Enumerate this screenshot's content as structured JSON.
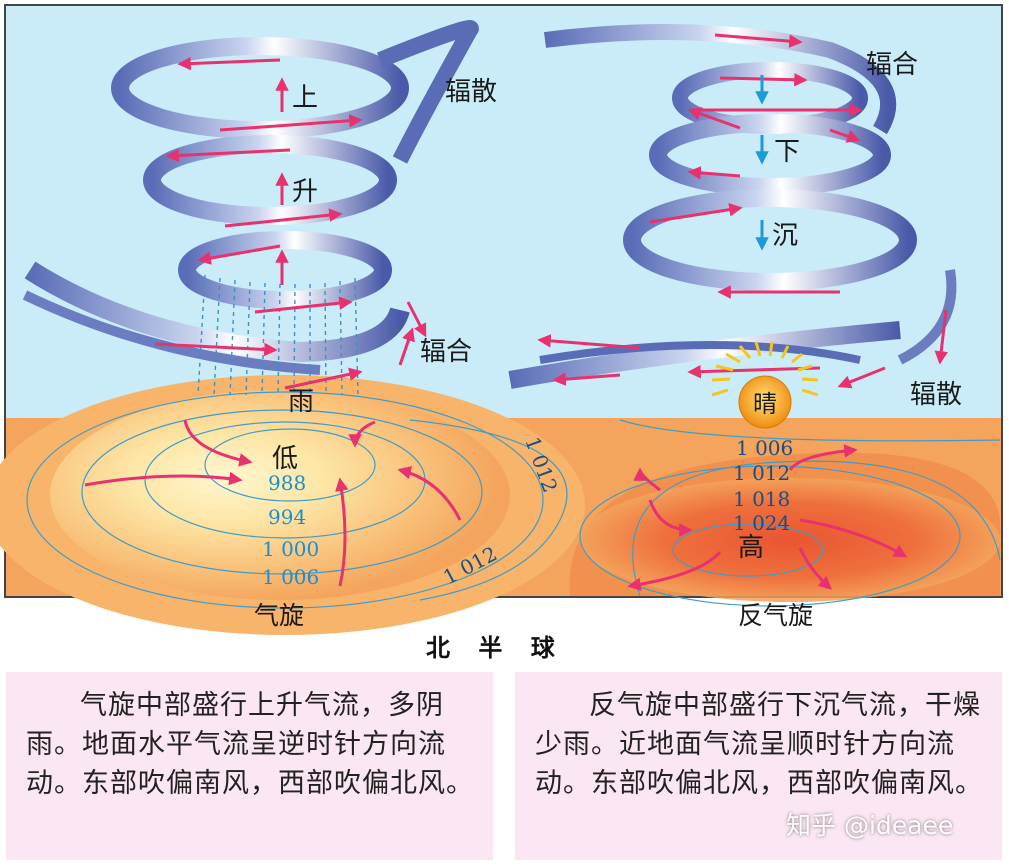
{
  "labels": {
    "cyclone_up": "上",
    "cyclone_rise": "升",
    "cyclone_diverge": "辐散",
    "cyclone_converge": "辐合",
    "cyclone_rain": "雨",
    "anti_converge": "辐合",
    "anti_down": "下",
    "anti_sink": "沉",
    "anti_diverge": "辐散",
    "anti_sunny": "晴",
    "low": "低",
    "high": "高",
    "cyclone_caption": "气旋",
    "anticyclone_caption": "反气旋",
    "hemisphere": "北 半 球"
  },
  "isobars": {
    "low": [
      "988",
      "994",
      "1 000",
      "1 006",
      "1 012",
      "1 012"
    ],
    "high": [
      "1 006",
      "1 012",
      "1 018",
      "1 024"
    ]
  },
  "text": {
    "cyclone_desc": "气旋中部盛行上升气流，多阴雨。地面水平气流呈逆时针方向流动。东部吹偏南风，西部吹偏北风。",
    "anticyclone_desc": "反气旋中部盛行下沉气流，干燥少雨。近地面气流呈顺时针方向流动。东部吹偏北风，西部吹偏南风。"
  },
  "watermark": "知乎 @ideaee",
  "colors": {
    "sky": "#c9ecf8",
    "ground": "#f4a45c",
    "arrow": "#e8316f",
    "down_arrow": "#1e9ad6",
    "isobar_label": "#1a8fd0",
    "sun": "#f2a21c",
    "panel": "#fbe6f3"
  }
}
